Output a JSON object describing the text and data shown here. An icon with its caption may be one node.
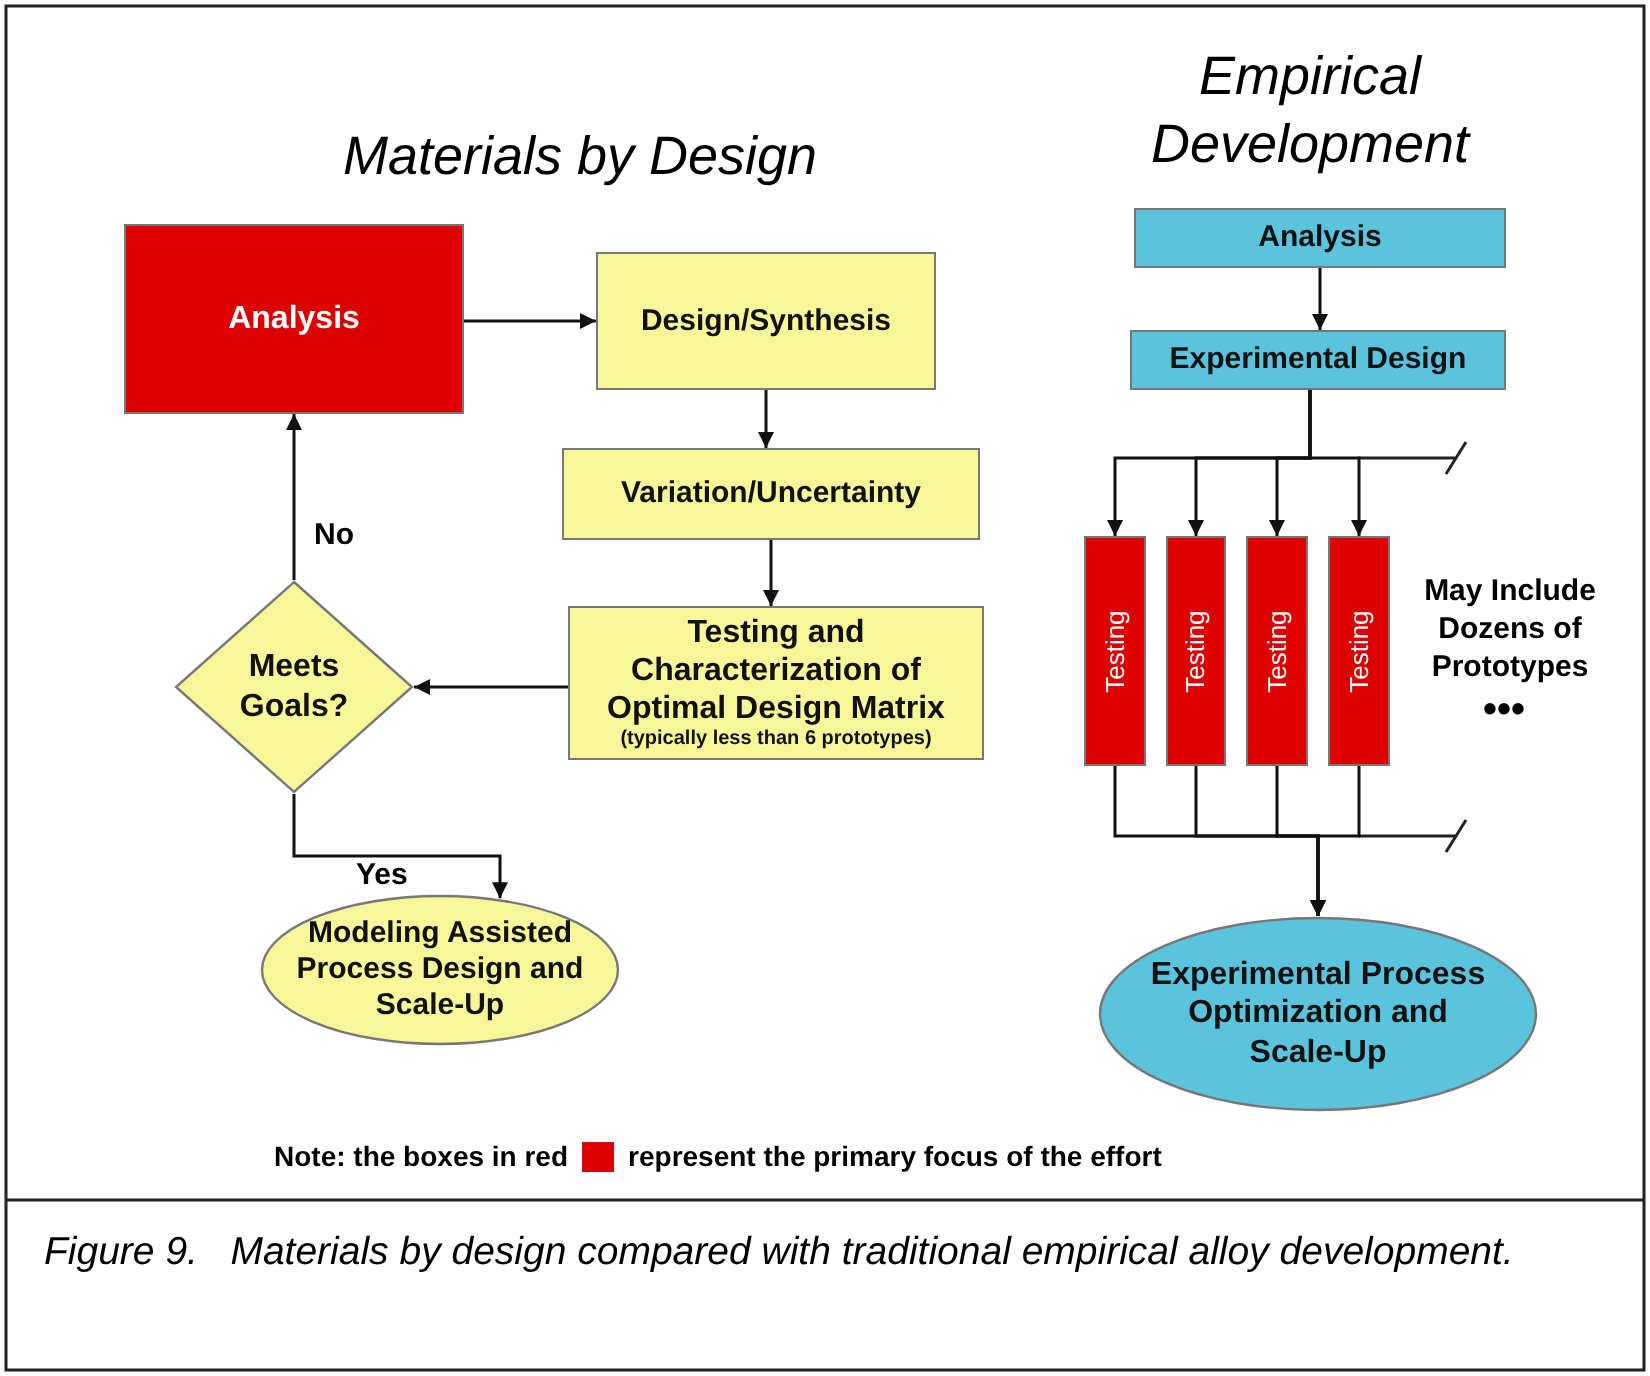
{
  "diagram": {
    "caption": "Figure 9.   Materials by design compared with traditional empirical alloy development.",
    "nodes": [
      {
        "text": [
          "Analysis"
        ]
      },
      {
        "text": [
          "Design/Synthesis"
        ]
      },
      {
        "text": [
          "Variation/Uncertainty"
        ]
      },
      {
        "text": [
          "Testing and Characterization of Optimal Design Matrix",
          "(typically less than 6 prototypes)"
        ]
      },
      {
        "text": [
          "Meets Goals?"
        ]
      },
      {
        "text": [
          "Modeling Assisted Process Design and Scale-Up"
        ]
      },
      {
        "text": [
          "Analysis"
        ]
      },
      {
        "text": [
          "Experimental Design"
        ]
      },
      {
        "text": [
          "Testing"
        ]
      },
      {
        "text": [
          "Testing"
        ]
      },
      {
        "text": [
          "Testing"
        ]
      },
      {
        "text": [
          "Testing"
        ]
      },
      {
        "text": [
          "Experimental Process Optimization and Scale-Up"
        ]
      }
    ],
    "edges": [
      {
        "from": 0,
        "to": 1,
        "arrow": "to"
      },
      {
        "from": 1,
        "to": 2,
        "arrow": "to"
      },
      {
        "from": 2,
        "to": 3,
        "arrow": "to"
      },
      {
        "from": 3,
        "to": 4,
        "arrow": "to"
      },
      {
        "from": 4,
        "to": 0,
        "arrow": "to",
        "label": "No"
      },
      {
        "from": 4,
        "to": 5,
        "arrow": "to",
        "label": "Yes"
      },
      {
        "from": 6,
        "to": 7,
        "arrow": "to"
      },
      {
        "from": 7,
        "to": 8,
        "arrow": "to"
      },
      {
        "from": 7,
        "to": 9,
        "arrow": "to"
      },
      {
        "from": 7,
        "to": 10,
        "arrow": "to"
      },
      {
        "from": 7,
        "to": 11,
        "arrow": "to"
      },
      {
        "from": 8,
        "to": 12,
        "arrow": "to"
      },
      {
        "from": 9,
        "to": 12,
        "arrow": "to"
      },
      {
        "from": 10,
        "to": 12,
        "arrow": "to"
      },
      {
        "from": 11,
        "to": 12,
        "arrow": "to"
      }
    ],
    "labels": [
      "Materials by Design",
      "Empirical Development",
      "May Include Dozens of Prototypes",
      "•••",
      "Note: the boxes in red"
    ],
    "legend": [
      {
        "text": "represent the primary focus of the effort",
        "color": "#dd0000"
      }
    ]
  }
}
